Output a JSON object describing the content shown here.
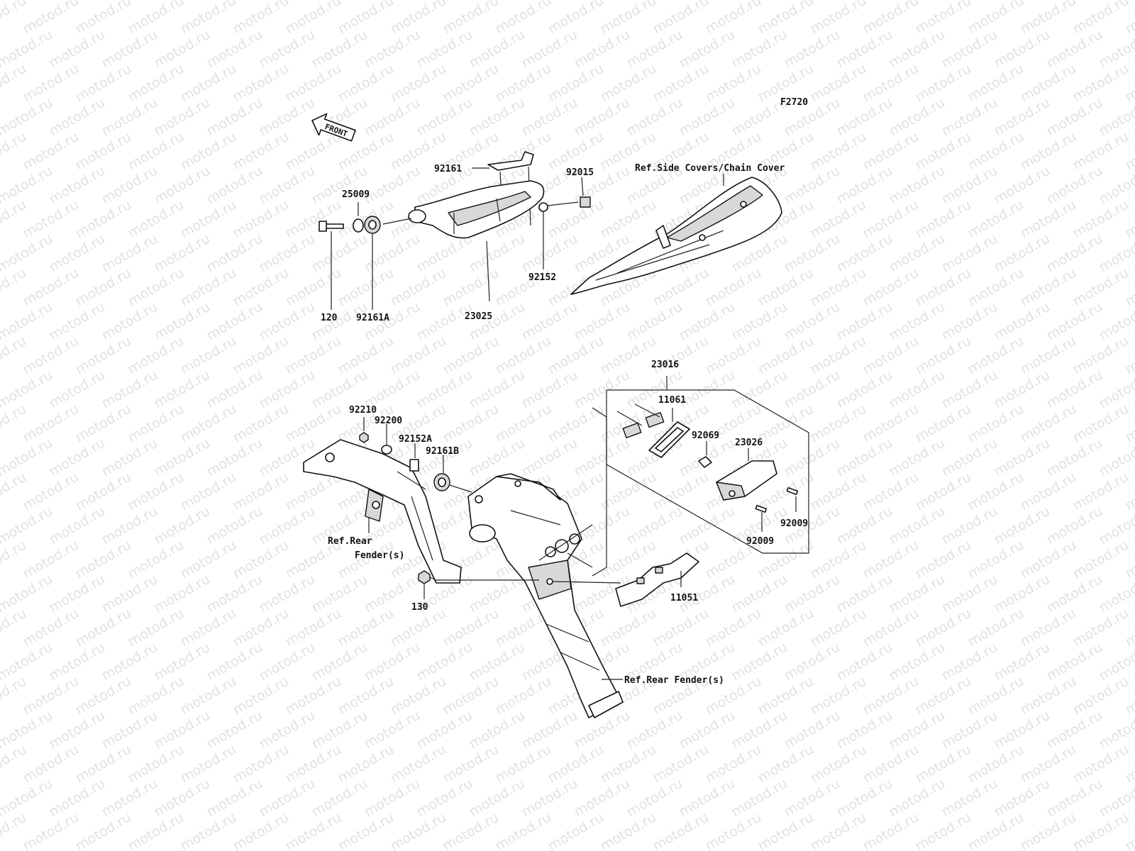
{
  "figure_code": "F2720",
  "front_label": "FRONT",
  "watermark_text": "motod.ru",
  "callouts": {
    "p92161": "92161",
    "p25009": "25009",
    "p120": "120",
    "p92161A": "92161A",
    "p23025": "23025",
    "p92015": "92015",
    "p92152": "92152",
    "ref_side_covers": "Ref.Side Covers/Chain Cover",
    "p23016": "23016",
    "p11061": "11061",
    "p92069": "92069",
    "p23026": "23026",
    "p92009_a": "92009",
    "p92009_b": "92009",
    "p92210": "92210",
    "p92200": "92200",
    "p92152A": "92152A",
    "p92161B": "92161B",
    "ref_rear_fender_1a": "Ref.Rear",
    "ref_rear_fender_1b": "Fender(s)",
    "p130": "130",
    "p11051": "11051",
    "ref_rear_fender_2": "Ref.Rear Fender(s)"
  }
}
